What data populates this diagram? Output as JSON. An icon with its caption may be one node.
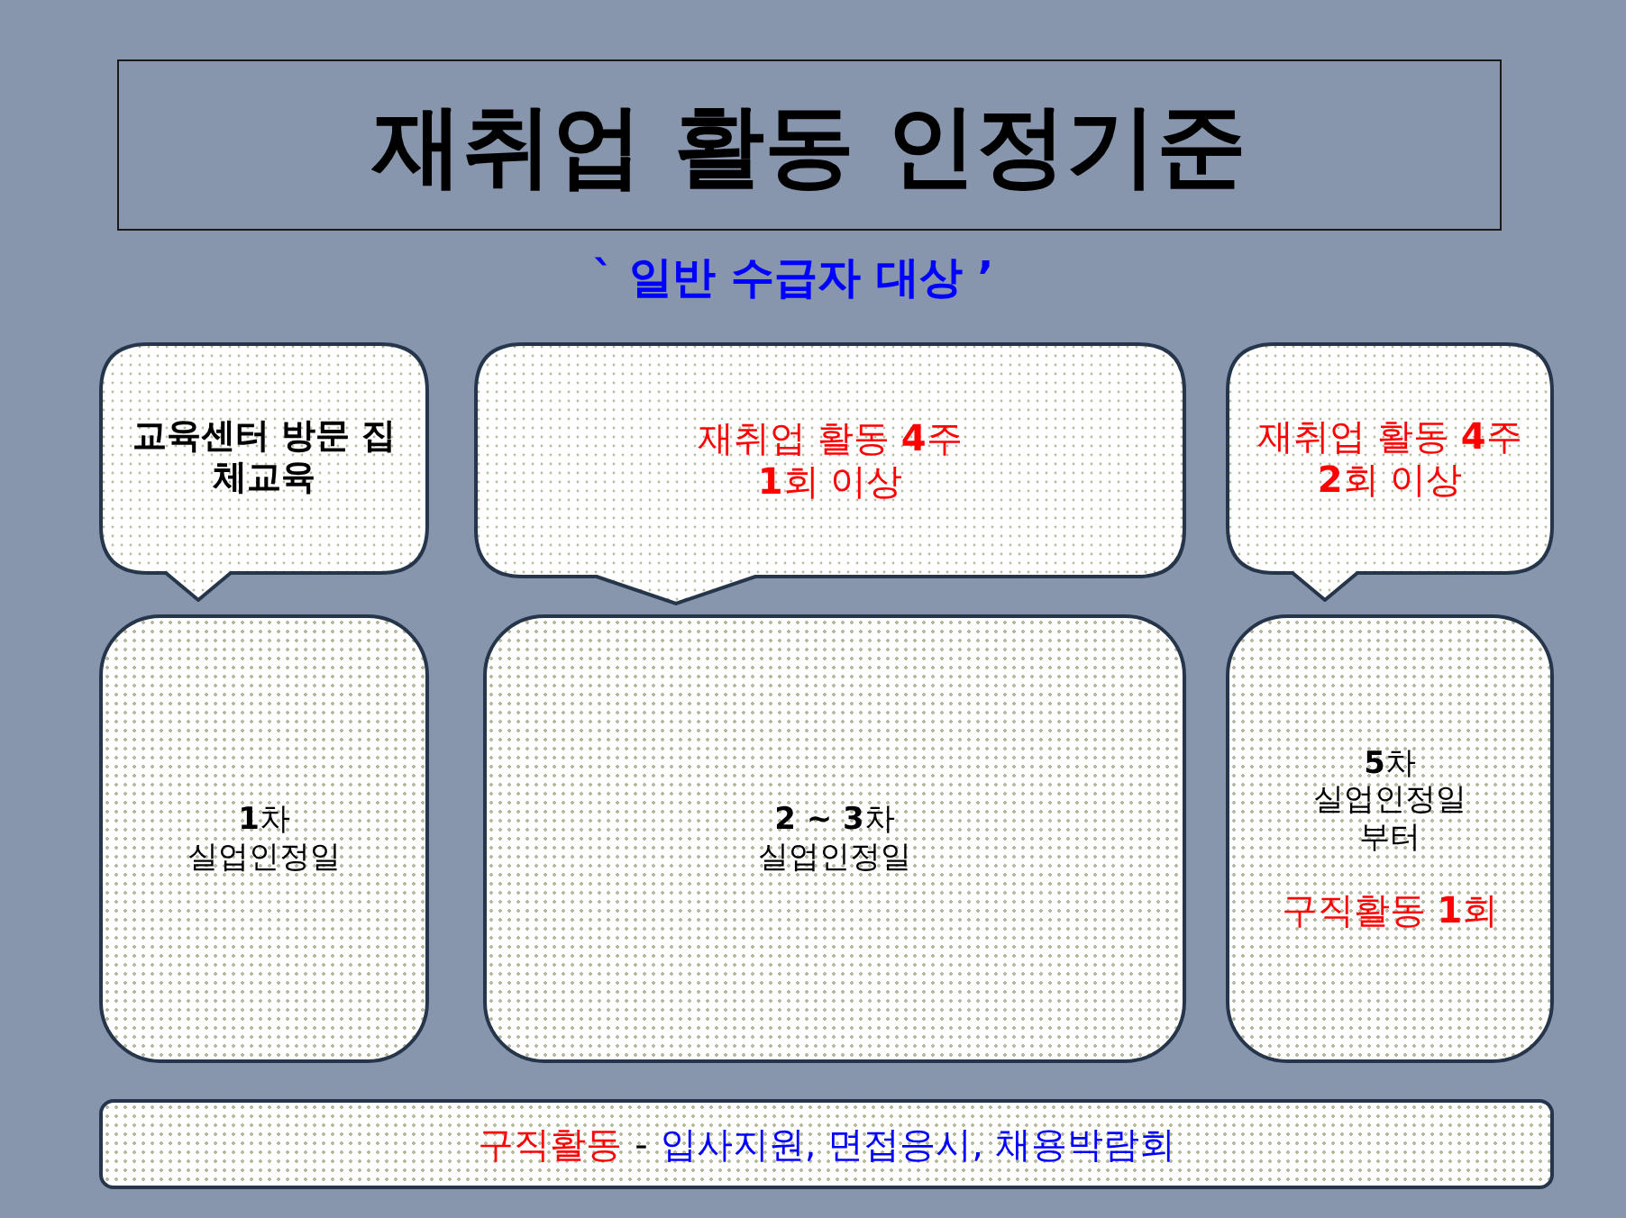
{
  "diagram": {
    "nodes": [
      {
        "text": [
          "재취업 활동 인정기준"
        ]
      },
      {
        "text": [
          "교육센터 방문 집체교육"
        ]
      },
      {
        "text": [
          "재취업 활동 **4**주 **1**회 이상"
        ]
      },
      {
        "text": [
          "재취업 활동 **4**주 **2**회 이상"
        ]
      },
      {
        "text": [
          "**1**차",
          "실업인정일"
        ]
      },
      {
        "text": [
          "**2 ~ 3**차",
          "실업인정일"
        ]
      },
      {
        "text": [
          "**5**차",
          "실업인정일",
          "부터",
          "구직활동 **1**회"
        ]
      },
      {
        "text": [
          "구직활동",
          "-",
          "입사지원, 면접응시, 채용박람회"
        ]
      }
    ],
    "labels": [
      "` 일반 수급자 대상 ’"
    ]
  }
}
